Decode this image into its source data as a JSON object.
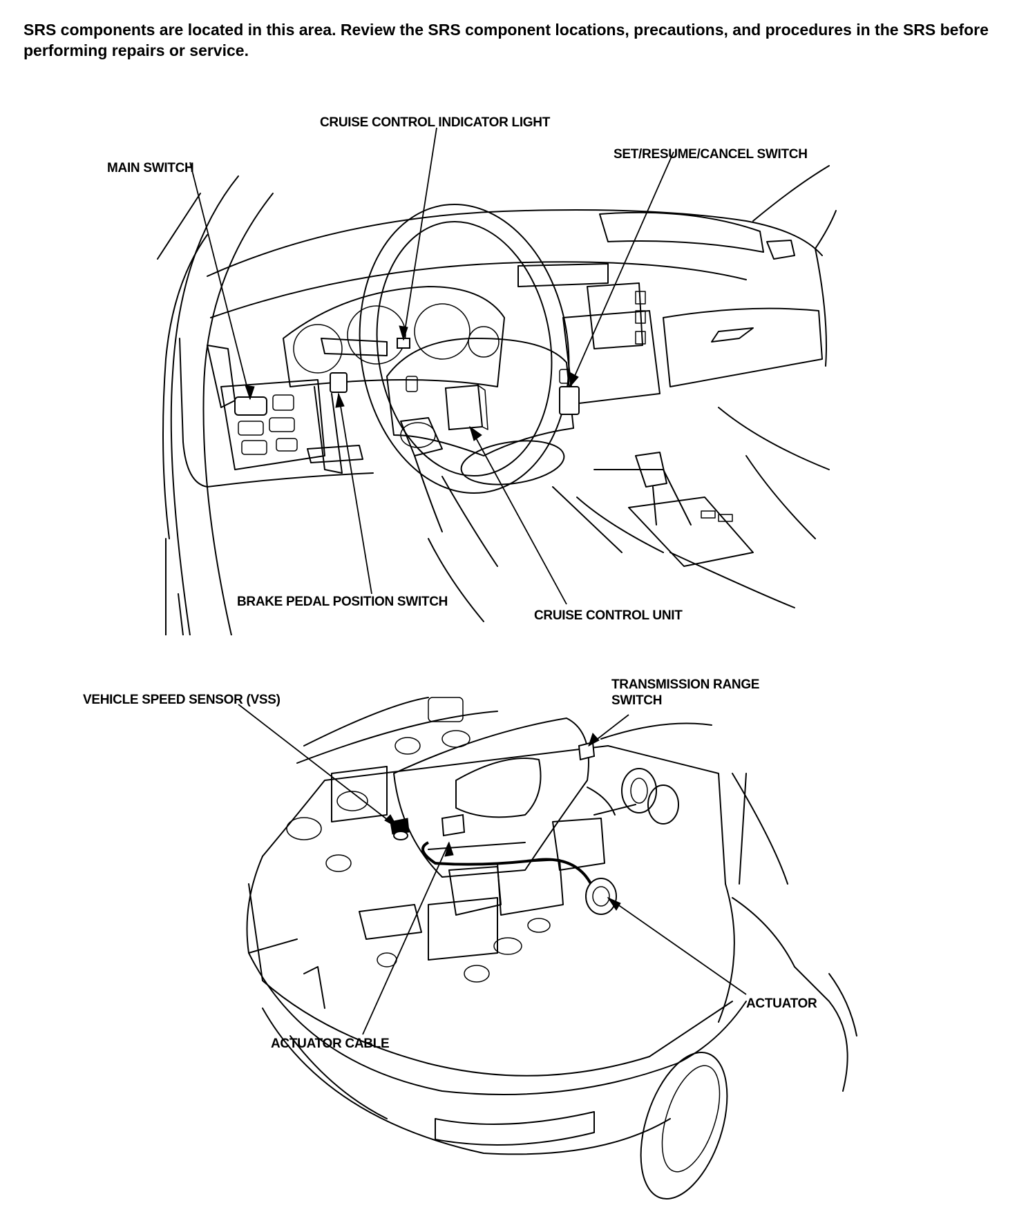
{
  "intro_text": "SRS components are located in this area. Review the SRS component locations, precautions, and procedures in the SRS before performing repairs or service.",
  "dashboard": {
    "labels": {
      "main_switch": "MAIN SWITCH",
      "indicator_light": "CRUISE CONTROL INDICATOR LIGHT",
      "set_resume_cancel": "SET/RESUME/CANCEL SWITCH",
      "brake_pedal_switch": "BRAKE PEDAL POSITION SWITCH",
      "cruise_control_unit": "CRUISE CONTROL UNIT"
    }
  },
  "engine_bay": {
    "labels": {
      "transmission_range_switch": "TRANSMISSION RANGE SWITCH",
      "vehicle_speed_sensor": "VEHICLE SPEED SENSOR (VSS)",
      "actuator": "ACTUATOR",
      "actuator_cable": "ACTUATOR CABLE"
    }
  },
  "colors": {
    "ink": "#000000",
    "paper": "#ffffff"
  }
}
